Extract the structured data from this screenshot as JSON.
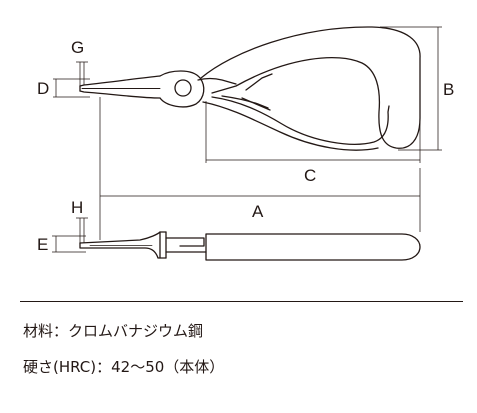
{
  "dimension_labels": {
    "a": "A",
    "b": "B",
    "c": "C",
    "d": "D",
    "e": "E",
    "g": "G",
    "h": "H"
  },
  "specs": {
    "material": "材料：クロムバナジウム鋼",
    "hardness": "硬さ(HRC)：42～50（本体）"
  },
  "colors": {
    "line": "#231815",
    "grip": "#231815"
  }
}
